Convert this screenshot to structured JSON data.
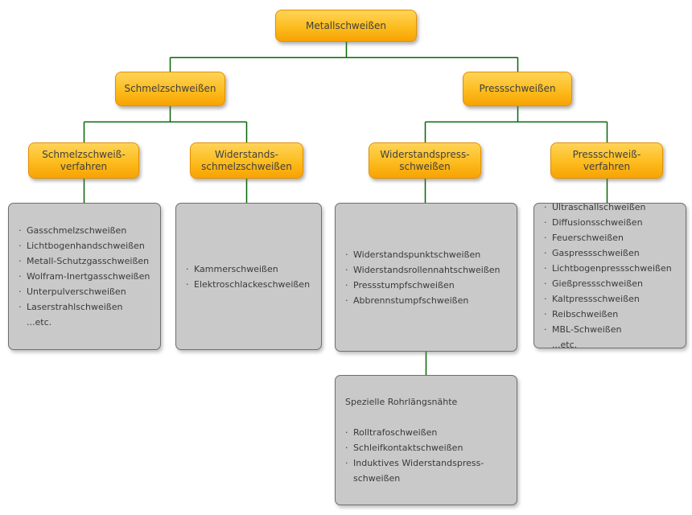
{
  "colors": {
    "connector_green": "#076607",
    "node_gradient_top": "#ffd458",
    "node_gradient_bottom": "#f8a303",
    "node_border": "#e39004",
    "node_text": "#3f3f3f",
    "leaf_fill": "#c9c9c9",
    "leaf_border": "#6f6f6f",
    "leaf_text": "#3a3a3a",
    "background": "#ffffff"
  },
  "bullet_char": "·",
  "nodes": {
    "root": {
      "label": "Metallschweißen"
    },
    "schmelzschweissen": {
      "label": "Schmelzschweißen"
    },
    "pressschweissen": {
      "label": "Pressschweißen"
    },
    "schmelzschweissverfahren": {
      "label": "Schmelzschweiß-\nverfahren"
    },
    "widerstandsschmelzschweissen": {
      "label": "Widerstands-\nschmelzschweißen"
    },
    "widerstandspressschweissen": {
      "label": "Widerstandspress-\nschweißen"
    },
    "pressschweissverfahren": {
      "label": "Pressschweiß-\nverfahren"
    }
  },
  "lists": {
    "schmelzschweissverfahren": {
      "items": [
        {
          "bullet": true,
          "text": "Gasschmelzschweißen"
        },
        {
          "bullet": true,
          "text": "Lichtbogenhandschweißen"
        },
        {
          "bullet": true,
          "text": "Metall-Schutzgasschweißen"
        },
        {
          "bullet": true,
          "text": "Wolfram-Inertgasschweißen"
        },
        {
          "bullet": true,
          "text": "Unterpulverschweißen"
        },
        {
          "bullet": true,
          "text": "Laserstrahlschweißen"
        },
        {
          "bullet": false,
          "text": "...etc."
        }
      ]
    },
    "widerstandsschmelzschweissen": {
      "items": [
        {
          "bullet": true,
          "text": "Kammerschweißen"
        },
        {
          "bullet": true,
          "text": "Elektroschlackeschweißen"
        }
      ]
    },
    "widerstandspressschweissen": {
      "items": [
        {
          "bullet": true,
          "text": "Widerstandspunktschweißen"
        },
        {
          "bullet": true,
          "text": "Widerstandsrollennahtschweißen"
        },
        {
          "bullet": true,
          "text": "Pressstumpfschweißen"
        },
        {
          "bullet": true,
          "text": "Abbrennstumpfschweißen"
        }
      ]
    },
    "pressschweissverfahren": {
      "items": [
        {
          "bullet": true,
          "text": "Ultraschallschweißen"
        },
        {
          "bullet": true,
          "text": "Diffusionsschweißen"
        },
        {
          "bullet": true,
          "text": "Feuerschweißen"
        },
        {
          "bullet": true,
          "text": "Gaspressschweißen"
        },
        {
          "bullet": true,
          "text": "Lichtbogenpressschweißen"
        },
        {
          "bullet": true,
          "text": "Gießpressschweißen"
        },
        {
          "bullet": true,
          "text": "Kaltpressschweißen"
        },
        {
          "bullet": true,
          "text": "Reibschweißen"
        },
        {
          "bullet": true,
          "text": "MBL-Schweißen"
        },
        {
          "bullet": false,
          "text": "...etc."
        }
      ]
    },
    "spezielle_rohrlaengsnaehte": {
      "title": "Spezielle Rohrlängsnähte",
      "items": [
        {
          "bullet": true,
          "text": "Rolltrafoschweißen"
        },
        {
          "bullet": true,
          "text": "Schleifkontaktschweißen"
        },
        {
          "bullet": true,
          "text": "Induktives Widerstandspress-\nschweißen"
        }
      ]
    }
  }
}
